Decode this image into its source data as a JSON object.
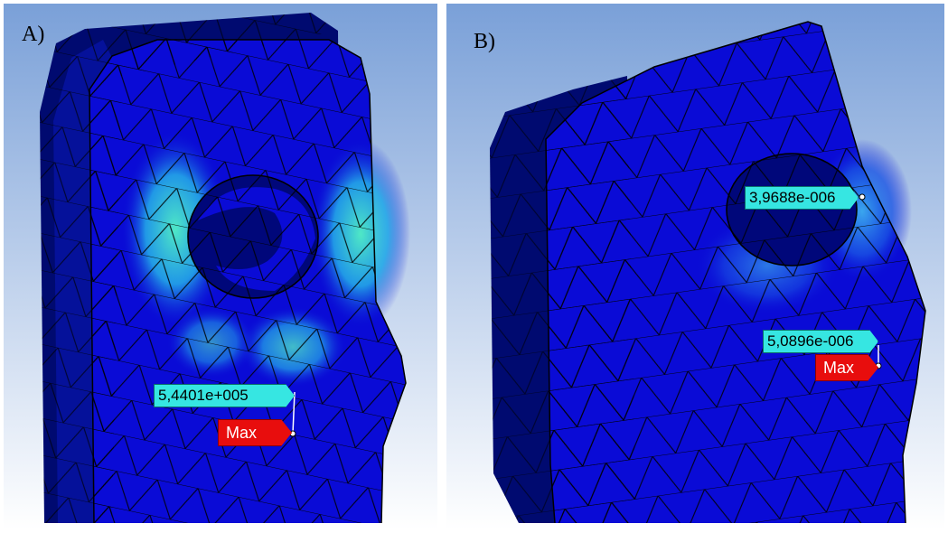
{
  "panels": [
    {
      "label": "A)",
      "probe_value": "5,4401e+005",
      "max_label": "Max"
    },
    {
      "label": "B)",
      "probe_value": "3,9688e-006",
      "probe2_value": "5,0896e-006",
      "max_label": "Max"
    }
  ],
  "colors": {
    "background_top": "#7aa0d8",
    "background_bottom": "#ffffff",
    "mesh_body": "#0a0bd6",
    "mesh_dark": "#000a70",
    "mesh_edges": "#000000",
    "hotspot": "#3fe0c8",
    "probe_fill": "#36e6e2",
    "max_fill": "#e80d0d"
  }
}
